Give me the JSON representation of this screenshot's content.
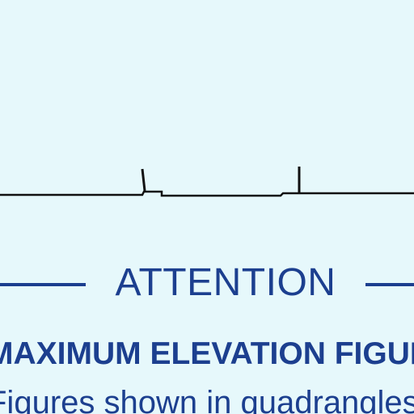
{
  "notice": {
    "heading": "ATTENTION",
    "headline": "MAXIMUM ELEVATION FIGURES",
    "subline": "Figures shown in quadrangles"
  },
  "colors": {
    "background": "#e6f8fb",
    "text": "#1c3f8f",
    "route_line": "#111111"
  }
}
